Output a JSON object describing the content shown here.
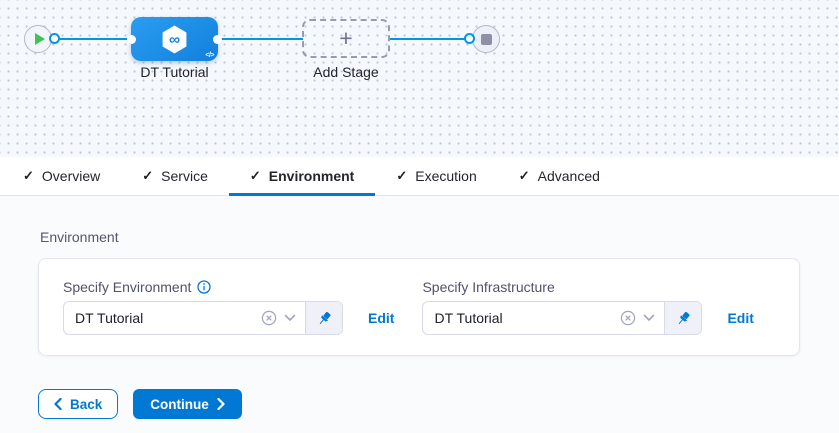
{
  "colors": {
    "accent": "#0278d5",
    "node_blue": "#1b8ce4",
    "connector_blue": "#0097e4",
    "play_green": "#42c157"
  },
  "pipeline": {
    "stage_name": "DT Tutorial",
    "add_stage_label": "Add Stage",
    "plus_glyph": "+",
    "code_glyph": "</>",
    "infinity_glyph": "∞"
  },
  "tabs": {
    "check_glyph": "✓",
    "items": [
      {
        "label": "Overview",
        "complete": true,
        "active": false
      },
      {
        "label": "Service",
        "complete": true,
        "active": false
      },
      {
        "label": "Environment",
        "complete": true,
        "active": true
      },
      {
        "label": "Execution",
        "complete": true,
        "active": false
      },
      {
        "label": "Advanced",
        "complete": true,
        "active": false
      }
    ]
  },
  "environment_section": {
    "title": "Environment",
    "fields": {
      "environment": {
        "label": "Specify Environment",
        "value": "DT Tutorial",
        "has_info_icon": true,
        "edit_label": "Edit"
      },
      "infrastructure": {
        "label": "Specify Infrastructure",
        "value": "DT Tutorial",
        "edit_label": "Edit"
      }
    }
  },
  "footer": {
    "back_label": "Back",
    "continue_label": "Continue"
  }
}
